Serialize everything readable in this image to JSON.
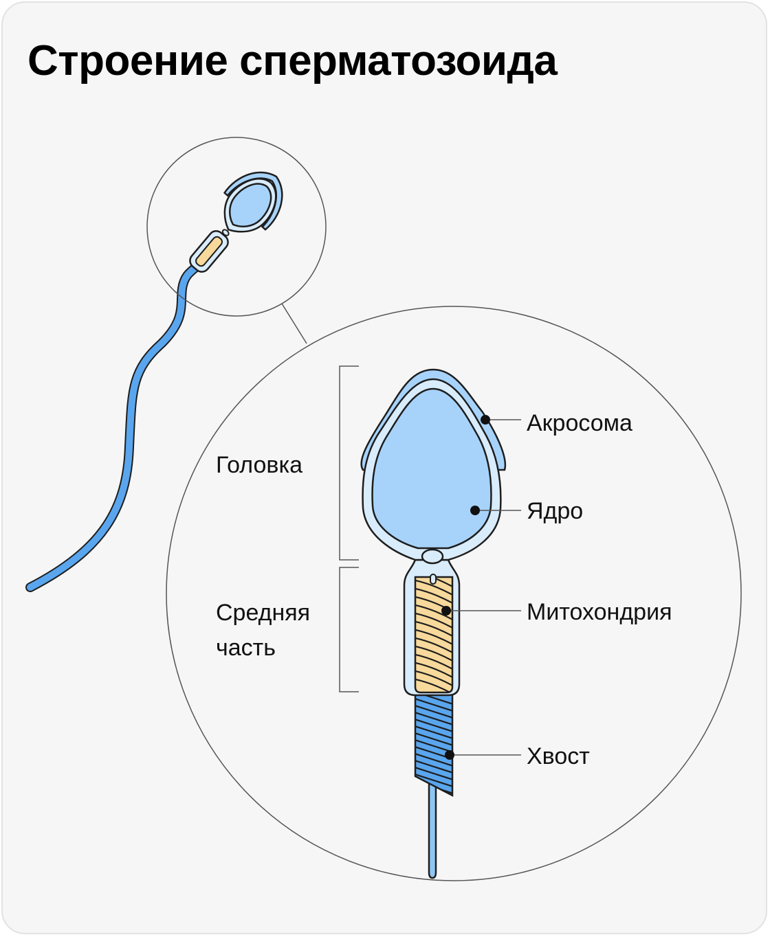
{
  "title": "Строение сперматозоида",
  "labels": {
    "head": "Головка",
    "middle_line1": "Средняя",
    "middle_line2": "часть",
    "acrosome": "Акросома",
    "nucleus": "Ядро",
    "mitochondria": "Митохондрия",
    "tail": "Хвост"
  },
  "colors": {
    "background": "#f6f6f6",
    "outline": "#1e1e1e",
    "nucleus_blue": "#a7d3fb",
    "pale_blue": "#d9ecfb",
    "acrosome_blue": "#a7d3fb",
    "mitochondria_yellow": "#f7d99b",
    "tail_blue": "#5aa6ee",
    "flagellum_blue": "#8ec5f4"
  }
}
